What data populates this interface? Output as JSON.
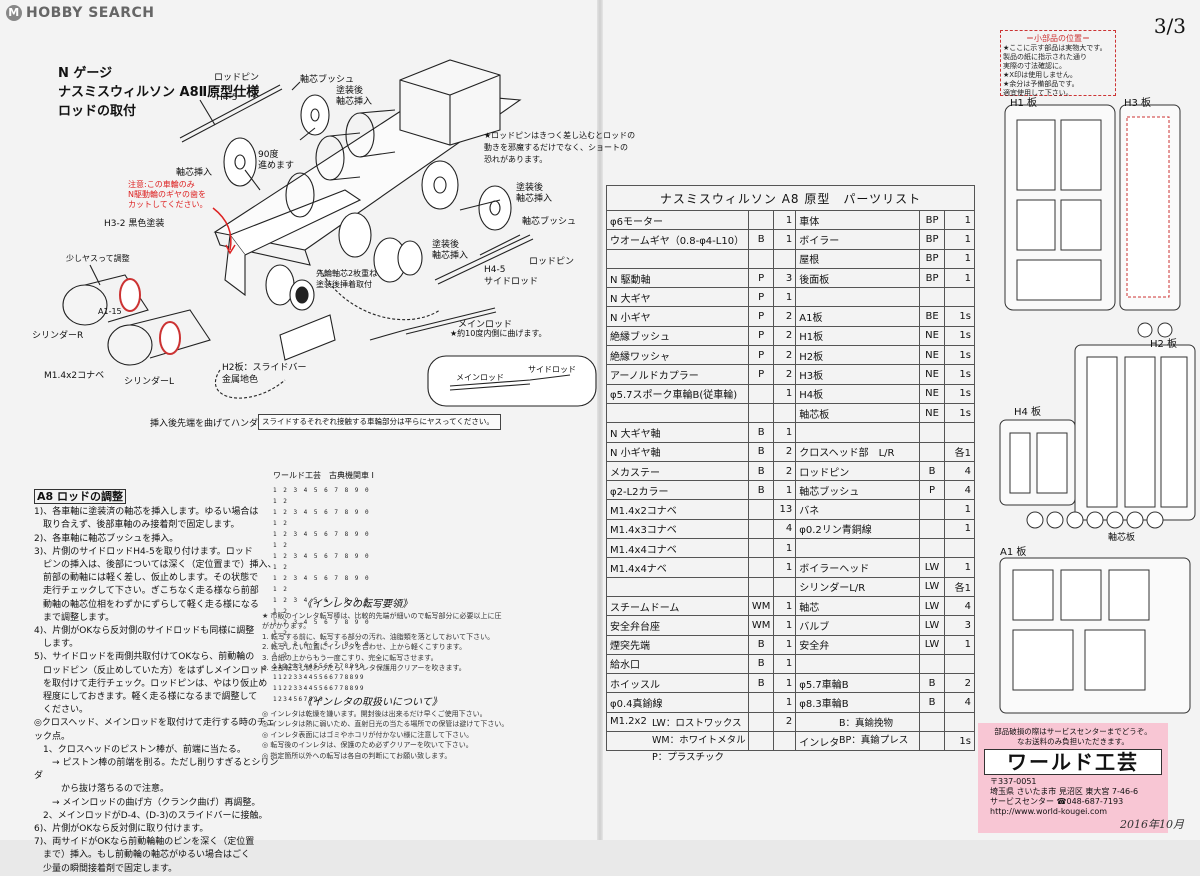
{
  "header": {
    "logo_text": "HOBBY SEARCH",
    "page_number": "3/3"
  },
  "title": {
    "line1": "N ゲージ",
    "line2": "ナスミスウィルソン A8Ⅱ原型仕様",
    "line3": "ロッドの取付"
  },
  "diagram_labels": {
    "rod_pin": "ロッドピン",
    "jikushin_bush": "軸芯ブッシュ",
    "h45": "H4-5",
    "tosougo_jikushin": "塗装後\n軸芯挿入",
    "deg90": "90度\n進めます",
    "jikushin_sounyu": "軸芯挿入",
    "red_note": "注意:この車輪のみ\nN駆動輪のギヤの歯を\nカットしてください。",
    "h32": "H3-2 黒色塗装",
    "yasuri": "少しヤスって調整",
    "a115": "A1-15",
    "cylinder_r": "シリンダーR",
    "m14_2": "M1.4x2コナベ",
    "cylinder_l": "シリンダーL",
    "h2board": "H2板：スライドバー\n金属地色",
    "insert_solder": "挿入後先端を曲げてハンダ",
    "slide_note": "スライドするそれぞれ接触する車輪部分は平らにヤスってください。",
    "rodpin_note": "★ロッドピンはきつく差し込むとロッドの\n動きを邪魔するだけでなく、ショートの\n恐れがあります。",
    "tosougo_jikushin2": "塗装後\n軸芯挿入",
    "jikushin_bush2": "軸芯ブッシュ",
    "rodpin2": "ロッドピン",
    "h45_side": "H4-5\nサイドロッド",
    "tosougo_jikushin3": "塗装後\n軸芯挿入",
    "sendou": "先輪軸芯2枚重ね\n塗装後挿着取付",
    "main_rod": "メインロッド",
    "main_rod_note": "★約10度内側に曲げます。",
    "side_rod": "サイドロッド",
    "main_rod2": "メインロッド"
  },
  "instructions": {
    "heading": "A8 ロッドの調整",
    "body": "1)、各車軸に塗装済の軸芯を挿入します。ゆるい場合は\n　取り合えず、後部車軸のみ接着剤で固定します。\n2)、各車軸に軸芯ブッシュを挿入。\n3)、片側のサイドロッドH4-5を取り付けます。ロッド\n　ピンの挿入は、後部については深く（定位置まで）挿入、\n　前部の動軸には軽く差し、仮止めします。その状態で\n　走行チェックして下さい。ぎこちなく走る様なら前部\n　動軸の軸芯位相をわずかにずらして軽く走る様になる\n　まで調整します。\n4)、片側がOKなら反対側のサイドロッドも同様に調整\n　します。\n5)、サイドロッドを両側共取付けてOKなら、前動輪の\n　ロッドピン（反止めしていた方）をはずしメインロッド\n　を取付けて走行チェック。ロッドピンは、やはり仮止め\n　程度にしておきます。軽く走る様になるまで調整して\n　ください。\n◎クロスヘッド、メインロッドを取付けて走行する時のチェック点。\n　1、クロスヘッドのピストン棒が、前端に当たる。\n　　→ ピストン棒の前端を削る。ただし削りすぎるとシリンダ\n　　　から抜け落ちるので注意。\n　　→ メインロッドの曲げ方（クランク曲げ）再調整。\n　2、メインロッドがD-4、(D-3)のスライドバーに接触。\n6)、片側がOKなら反対側に取り付けます。\n7)、両サイドがOKなら前動輪軸のピンを深く（定位置\n　まで）挿入。もし前動輪の軸芯がゆるい場合はごく\n　少量の瞬間接着剤で固定します。"
  },
  "decal_sheet": {
    "header": "ワールド工芸　古典機関車 I",
    "rows": [
      "1 2 3 4 5 6 7 8 9 0 1 2",
      "1 2 3 4 5 6 7 8 9 0 1 2",
      "1 2 3 4 5 6 7 8 9 0 1 2",
      "1 2 3 4 5 6 7 8 9 0 1 2",
      "1 2 3 4 5 6 7 8 9 0 1 2",
      "1 2 3 4 5 6 7 8 9 0 1 2",
      "1 2 3 4 5 6 7 8 9 0 1 2",
      "1 2 3 4 5 6 7 8 9 0 1 2",
      "112233445566778899",
      "112233445566778899",
      "112233445566778899",
      "1234567890"
    ]
  },
  "inleta_transfer": {
    "heading": "《インレタの転写要領》",
    "body": "★ 市販のインレタ転写棒は、比較的先端が細いので転写部分に必要以上に圧がかかります。\n1. 転写する前に、転写する部分の汚れ、油脂類を落としておいて下さい。\n2. 転写したい位置にインレタを合わせ、上から軽くこすります。\n3. 台紙の上からもう一度こすり、完全に転写させます。\n4. 全部転写し終わったら、インレタ保護用クリアーを吹きます。"
  },
  "inleta_handling": {
    "heading": "《インレタの取扱いについて》",
    "body": "◎ インレタは乾燥を嫌います。開封後は出来るだけ早くご使用下さい。\n◎ インレタは熱に弱いため、直射日光の当たる場所での保管は避けて下さい。\n◎ インレタ表面にはゴミやホコリが付かない様に注意して下さい。\n◎ 転写後のインレタは、保護のため必ずクリアーを吹いて下さい。\n◎ 指定箇所以外への転写は各自の判断にてお願い致します。"
  },
  "parts_list": {
    "title": "ナスミスウィルソン A8 原型　パーツリスト",
    "rows": [
      [
        "φ6モーター",
        "",
        "1",
        "車体",
        "BP",
        "1"
      ],
      [
        "ウオームギヤ（0.8-φ4-L10）",
        "B",
        "1",
        "ボイラー",
        "BP",
        "1"
      ],
      [
        "",
        "",
        "",
        "屋根",
        "BP",
        "1"
      ],
      [
        "N 駆動軸",
        "P",
        "3",
        "後面板",
        "BP",
        "1"
      ],
      [
        "N 大ギヤ",
        "P",
        "1",
        "",
        "",
        ""
      ],
      [
        "N 小ギヤ",
        "P",
        "2",
        "A1板",
        "BE",
        "1s"
      ],
      [
        "絶縁ブッシュ",
        "P",
        "2",
        "H1板",
        "NE",
        "1s"
      ],
      [
        "絶縁ワッシャ",
        "P",
        "2",
        "H2板",
        "NE",
        "1s"
      ],
      [
        "アーノルドカプラー",
        "P",
        "2",
        "H3板",
        "NE",
        "1s"
      ],
      [
        "φ5.7スポーク車輪B(従車輪)",
        "",
        "1",
        "H4板",
        "NE",
        "1s"
      ],
      [
        "",
        "",
        "",
        "軸芯板",
        "NE",
        "1s"
      ],
      [
        "N 大ギヤ軸",
        "B",
        "1",
        "",
        "",
        ""
      ],
      [
        "N 小ギヤ軸",
        "B",
        "2",
        "クロスヘッド部　L/R",
        "",
        "各1"
      ],
      [
        "メカステー",
        "B",
        "2",
        "ロッドピン",
        "B",
        "4"
      ],
      [
        "φ2-L2カラー",
        "B",
        "1",
        "軸芯ブッシュ",
        "P",
        "4"
      ],
      [
        "M1.4x2コナベ",
        "",
        "13",
        "バネ",
        "",
        "1"
      ],
      [
        "M1.4x3コナベ",
        "",
        "4",
        "φ0.2リン青銅線",
        "",
        "1"
      ],
      [
        "M1.4x4コナベ",
        "",
        "1",
        "",
        "",
        ""
      ],
      [
        "M1.4x4ナベ",
        "",
        "1",
        "ボイラーヘッド",
        "LW",
        "1"
      ],
      [
        "",
        "",
        "",
        "シリンダーL/R",
        "LW",
        "各1"
      ],
      [
        "スチームドーム",
        "WM",
        "1",
        "軸芯",
        "LW",
        "4"
      ],
      [
        "安全弁台座",
        "WM",
        "1",
        "バルブ",
        "LW",
        "3"
      ],
      [
        "煙突先端",
        "B",
        "1",
        "安全弁",
        "LW",
        "1"
      ],
      [
        "給水口",
        "B",
        "1",
        "",
        "",
        ""
      ],
      [
        "ホイッスル",
        "B",
        "1",
        "φ5.7車輪B",
        "B",
        "2"
      ],
      [
        "φ0.4真鍮線",
        "",
        "1",
        "φ8.3車輪B",
        "B",
        "4"
      ],
      [
        "M1.2x2",
        "",
        "2",
        "",
        "",
        ""
      ],
      [
        "",
        "",
        "",
        "インレタ",
        "",
        "1s"
      ]
    ]
  },
  "legend": {
    "lw": "LW：ロストワックス",
    "wm": "WM：ホワイトメタル",
    "p": "P：プラスチック",
    "b": "B：真鍮挽物",
    "bp": "BP：真鍮プレス"
  },
  "small_parts_box": {
    "title": "＝小部品の位置＝",
    "body": "★ここに示す部品は実物大です。\n製品の紙に指示された通り\n実際の寸法確認に。\n★X印は使用しません。\n★余分は予備部品です。\n適宜使用して下さい。"
  },
  "panels": {
    "h1": "H1 板",
    "h3": "H3 板",
    "h2": "H2 板",
    "h4": "H4 板",
    "a1": "A1 板",
    "jikushin": "軸芯板"
  },
  "company": {
    "top": "部品破損の際はサービスセンターまでどうぞ。\nなお送料のみ負担いただきます。",
    "name": "ワールド工芸",
    "zip": "〒337-0051",
    "address": "埼玉県 さいたま市 見沼区 東大宮 7-46-6",
    "phone": "サービスセンター ☎048-687-7193",
    "url": "http://www.world-kougei.com"
  },
  "signature": "2016年10月"
}
